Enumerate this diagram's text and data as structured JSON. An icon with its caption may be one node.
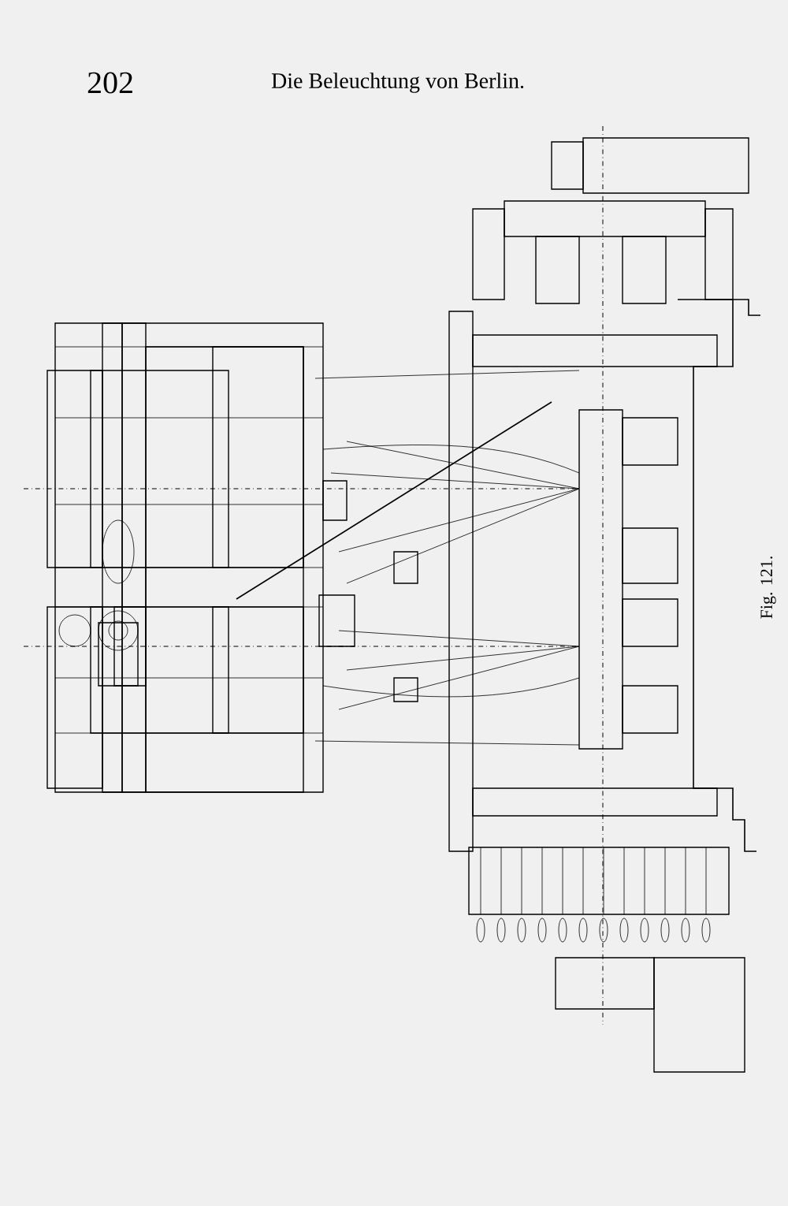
{
  "diagram": {
    "title": "Die Beleuchtung von Berlin.",
    "caption": "Fig. 121.",
    "labels": [
      "202"
    ]
  }
}
